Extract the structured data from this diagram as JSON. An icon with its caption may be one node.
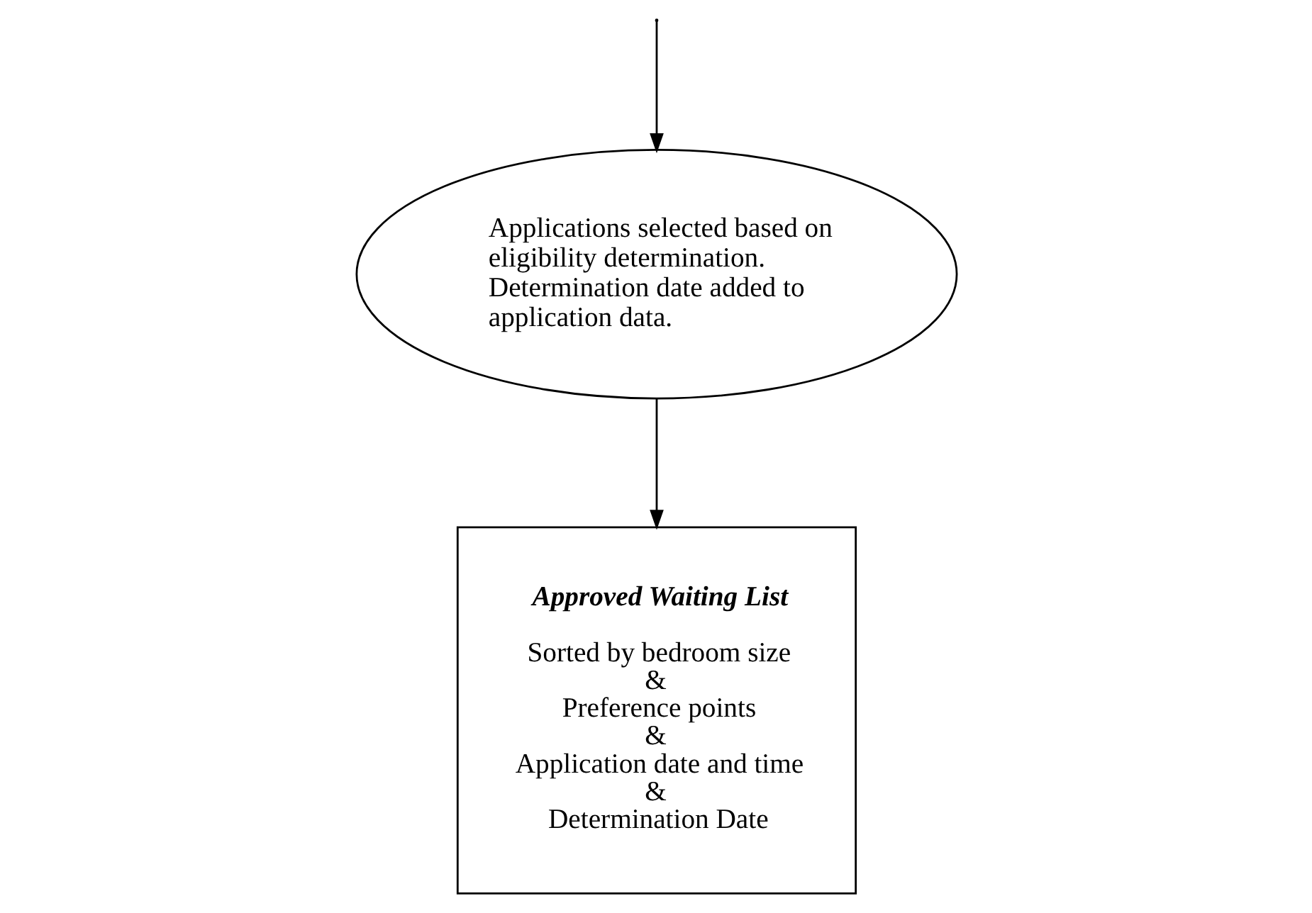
{
  "diagram": {
    "nodes": [
      {
        "text": [
          "Applications selected based on eligibility determination. Determination date added to application data."
        ]
      },
      {
        "text": [
          "Approved Waiting List",
          "Sorted by bedroom size",
          "&",
          "Preference points",
          "&",
          "Application date and time",
          "&",
          "Determination Date"
        ]
      }
    ],
    "edges": [
      {
        "from": null,
        "to": 0,
        "arrow": "to"
      },
      {
        "from": 0,
        "to": 1,
        "arrow": "to"
      }
    ]
  }
}
